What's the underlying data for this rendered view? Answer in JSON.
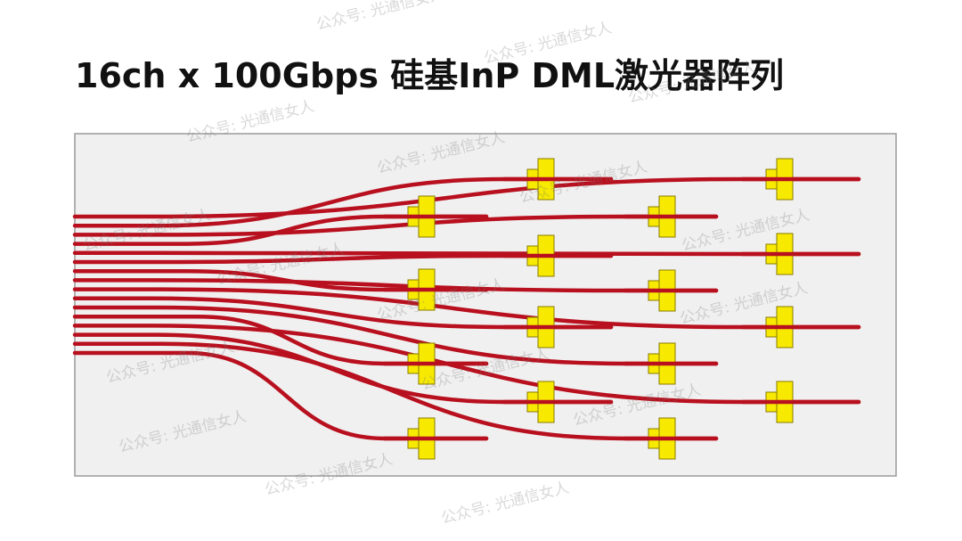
{
  "title": "16ch x 100Gbps 硅基InP DML激光器阵列",
  "watermark": "公众号: 光通信女人",
  "colors": {
    "waveguide": "#b8101e",
    "laser_fill": "#f7ea00",
    "laser_stroke": "#8a7a00",
    "chip_fill": "#f0f0f0",
    "chip_stroke": "#9a9a9a"
  },
  "channel_count": 16
}
